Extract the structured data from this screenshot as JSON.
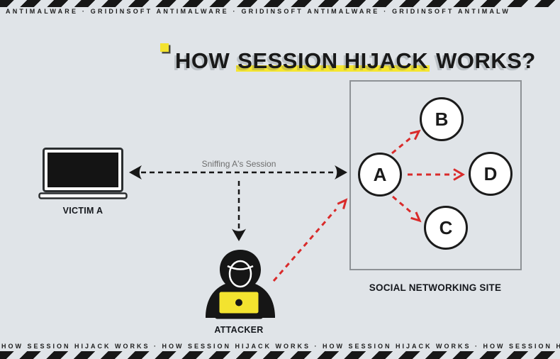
{
  "colors": {
    "background": "#e0e4e8",
    "ink": "#171717",
    "accent_yellow": "#f3e32f",
    "arrow_red": "#d92b2b",
    "box_border": "#8e9296",
    "muted_text": "#6e6e6e"
  },
  "top_banner": {
    "text": "ANTIMALWARE · GRIDINSOFT ANTIMALWARE · GRIDINSOFT ANTIMALWARE · GRIDINSOFT ANTIMALW"
  },
  "title": {
    "pre": "HOW",
    "highlight": "SESSION HIJACK",
    "post": "WORKS?"
  },
  "diagram": {
    "victim_label": "VICTIM A",
    "sniff_label": "Sniffing A's Session",
    "attacker_label": "ATTACKER",
    "site_label": "SOCIAL NETWORKING SITE",
    "nodes": [
      {
        "id": "A",
        "label": "A"
      },
      {
        "id": "B",
        "label": "B"
      },
      {
        "id": "C",
        "label": "C"
      },
      {
        "id": "D",
        "label": "D"
      }
    ],
    "icons": [
      "laptop-icon",
      "hooded-attacker-icon",
      "double-dashed-arrow-icon",
      "red-dashed-arrow-icon"
    ]
  },
  "bottom_banner": {
    "text": "HOW SESSION HIJACK WORKS · HOW SESSION HIJACK WORKS · HOW SESSION HIJACK WORKS · HOW SESSION HIJ"
  }
}
